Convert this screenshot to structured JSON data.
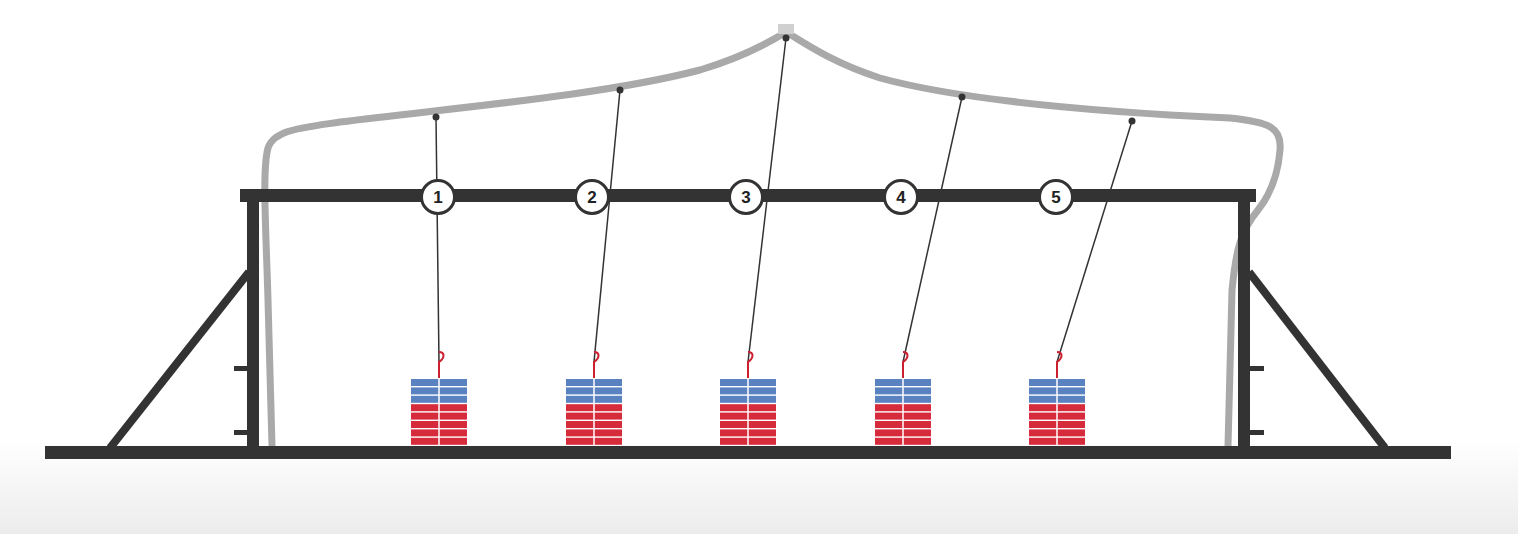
{
  "diagram": {
    "nodes": [
      {
        "text": [
          "1"
        ]
      },
      {
        "text": [
          "2"
        ]
      },
      {
        "text": [
          "3"
        ]
      },
      {
        "text": [
          "4"
        ]
      },
      {
        "text": [
          "5"
        ]
      }
    ]
  }
}
